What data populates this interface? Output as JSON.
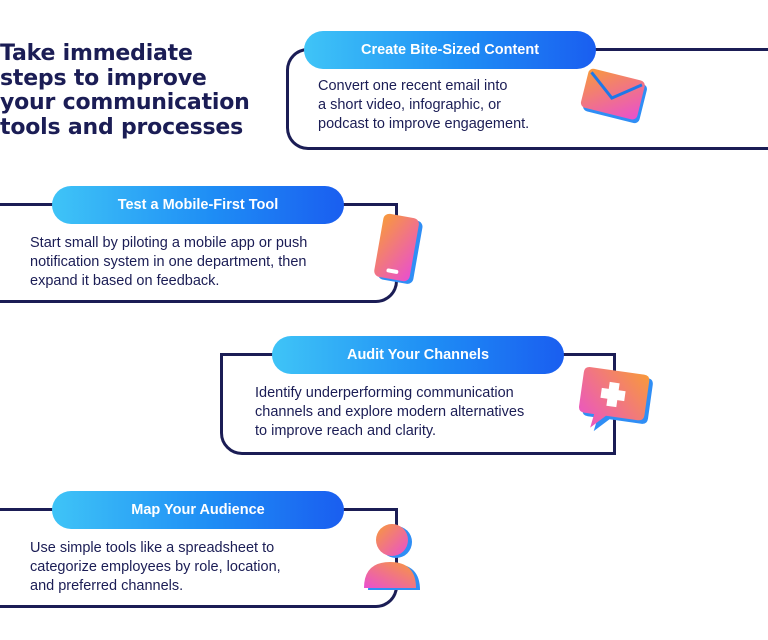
{
  "headline": {
    "lines": [
      "Take immediate",
      "steps to improve",
      "your communication",
      "tools and processes"
    ]
  },
  "cards": [
    {
      "title": "Create Bite-Sized Content",
      "lines": [
        "Convert one recent email into",
        "a short video, infographic, or",
        "podcast to improve engagement."
      ],
      "icon": "email-envelope-icon"
    },
    {
      "title": "Test a Mobile-First Tool",
      "lines": [
        "Start small by piloting a mobile app or push",
        "notification system in one department, then",
        "expand it based on feedback."
      ],
      "icon": "smartphone-icon"
    },
    {
      "title": "Audit Your Channels",
      "lines": [
        "Identify underperforming communication",
        "channels and explore modern alternatives",
        "to improve reach and clarity."
      ],
      "icon": "chat-bubble-plus-icon"
    },
    {
      "title": "Map Your Audience",
      "lines": [
        "Use simple tools like a spreadsheet to",
        "categorize employees by role, location,",
        "and preferred channels."
      ],
      "icon": "person-icon"
    }
  ],
  "colors": {
    "navy": "#1b1d55",
    "pill_start": "#3fc4f7",
    "pill_end": "#1a5ef0",
    "icon_pink": "#e94fd0",
    "icon_orange": "#f89a3a",
    "icon_shadow": "#2f8ef5"
  }
}
